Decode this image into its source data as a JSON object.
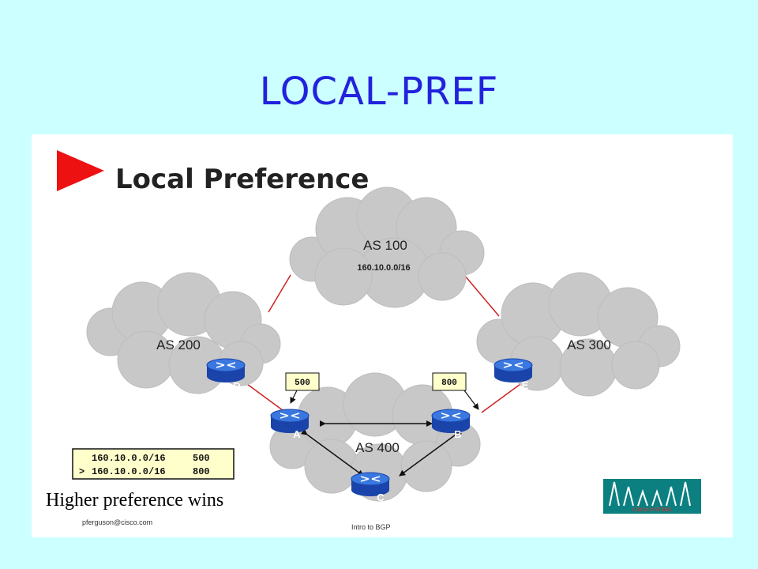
{
  "title": "LOCAL-PREF",
  "slide": {
    "heading": "Local Preference",
    "clouds": [
      {
        "id": "as100",
        "label": "AS 100",
        "sub": "160.10.0.0/16"
      },
      {
        "id": "as200",
        "label": "AS 200"
      },
      {
        "id": "as300",
        "label": "AS 300"
      },
      {
        "id": "as400",
        "label": "AS 400"
      }
    ],
    "routers": {
      "a": "A",
      "b": "B",
      "c": "C",
      "d": "D",
      "e": "E"
    },
    "pref_boxes": {
      "a": "500",
      "b": "800"
    },
    "bgp_table": [
      {
        "marker": "",
        "prefix": "160.10.0.0/16",
        "pref": "500"
      },
      {
        "marker": ">",
        "prefix": "160.10.0.0/16",
        "pref": "800"
      }
    ],
    "caption": "Higher preference wins",
    "footer_left": "pferguson@cisco.com",
    "footer_center": "Intro to BGP",
    "logo_text": "CISCO SYSTEMS"
  },
  "colors": {
    "background": "#ccffff",
    "title": "#2222dd",
    "cloud": "#c8c8c8",
    "router": "#2255cc",
    "link": "#cc2222",
    "pref_box": "#ffffcc",
    "logo": "#0c8080"
  }
}
